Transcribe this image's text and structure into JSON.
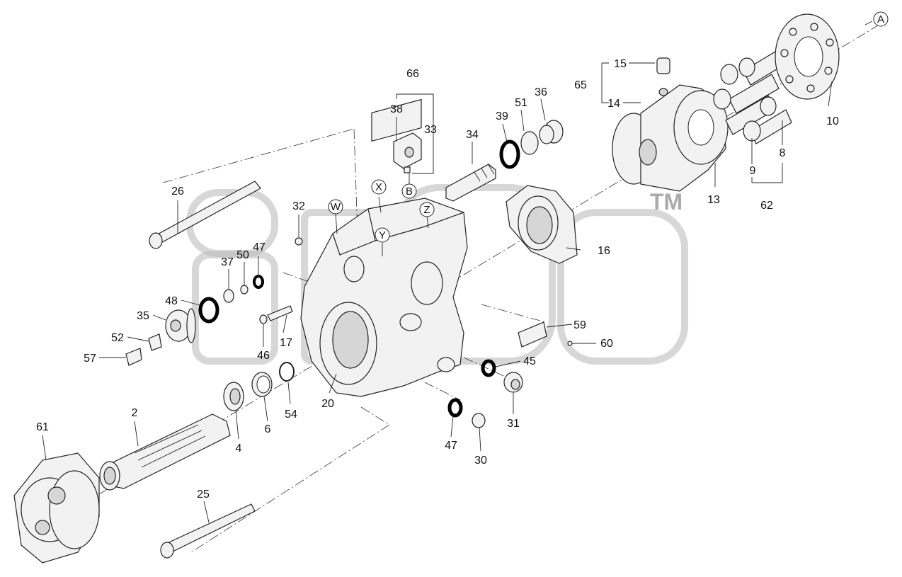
{
  "watermark": {
    "tm": "TM"
  },
  "callouts": {
    "c66": "66",
    "c38": "38",
    "c33": "33",
    "c36": "36",
    "c51": "51",
    "c39": "39",
    "c34": "34",
    "c15": "15",
    "c65": "65",
    "c14": "14",
    "c10": "10",
    "c13": "13",
    "c9": "9",
    "c8": "8",
    "c62": "62",
    "c26": "26",
    "c32": "32",
    "c37": "37",
    "c50": "50",
    "c47a": "47",
    "c48": "48",
    "c35": "35",
    "c52": "52",
    "c57": "57",
    "c17": "17",
    "c46": "46",
    "c16": "16",
    "c59": "59",
    "c60": "60",
    "c45": "45",
    "c31": "31",
    "c20": "20",
    "c54": "54",
    "c6": "6",
    "c4": "4",
    "c2": "2",
    "c61": "61",
    "c47b": "47",
    "c30": "30",
    "c25": "25"
  },
  "ports": {
    "x": "X",
    "b": "B",
    "w": "W",
    "z": "Z",
    "y": "Y",
    "a": "A"
  }
}
